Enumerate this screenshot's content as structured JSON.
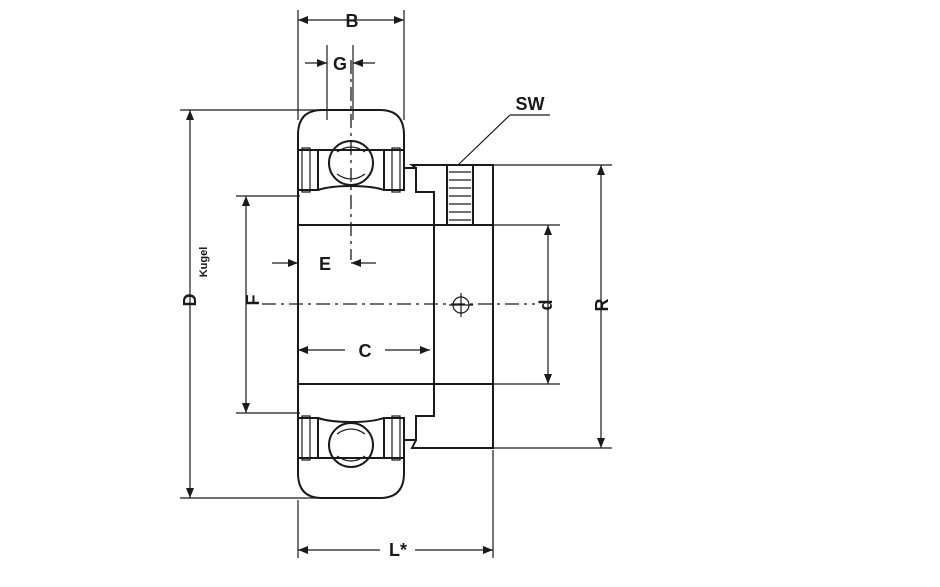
{
  "drawing": {
    "labels": {
      "B": "B",
      "G": "G",
      "SW": "SW",
      "D": "D",
      "Kugel": "Kugel",
      "F": "F",
      "E": "E",
      "C": "C",
      "d": "d",
      "R": "R",
      "L": "L*"
    },
    "colors": {
      "ink": "#1a1a1a",
      "background": "#ffffff",
      "hatch": "#333333"
    }
  }
}
